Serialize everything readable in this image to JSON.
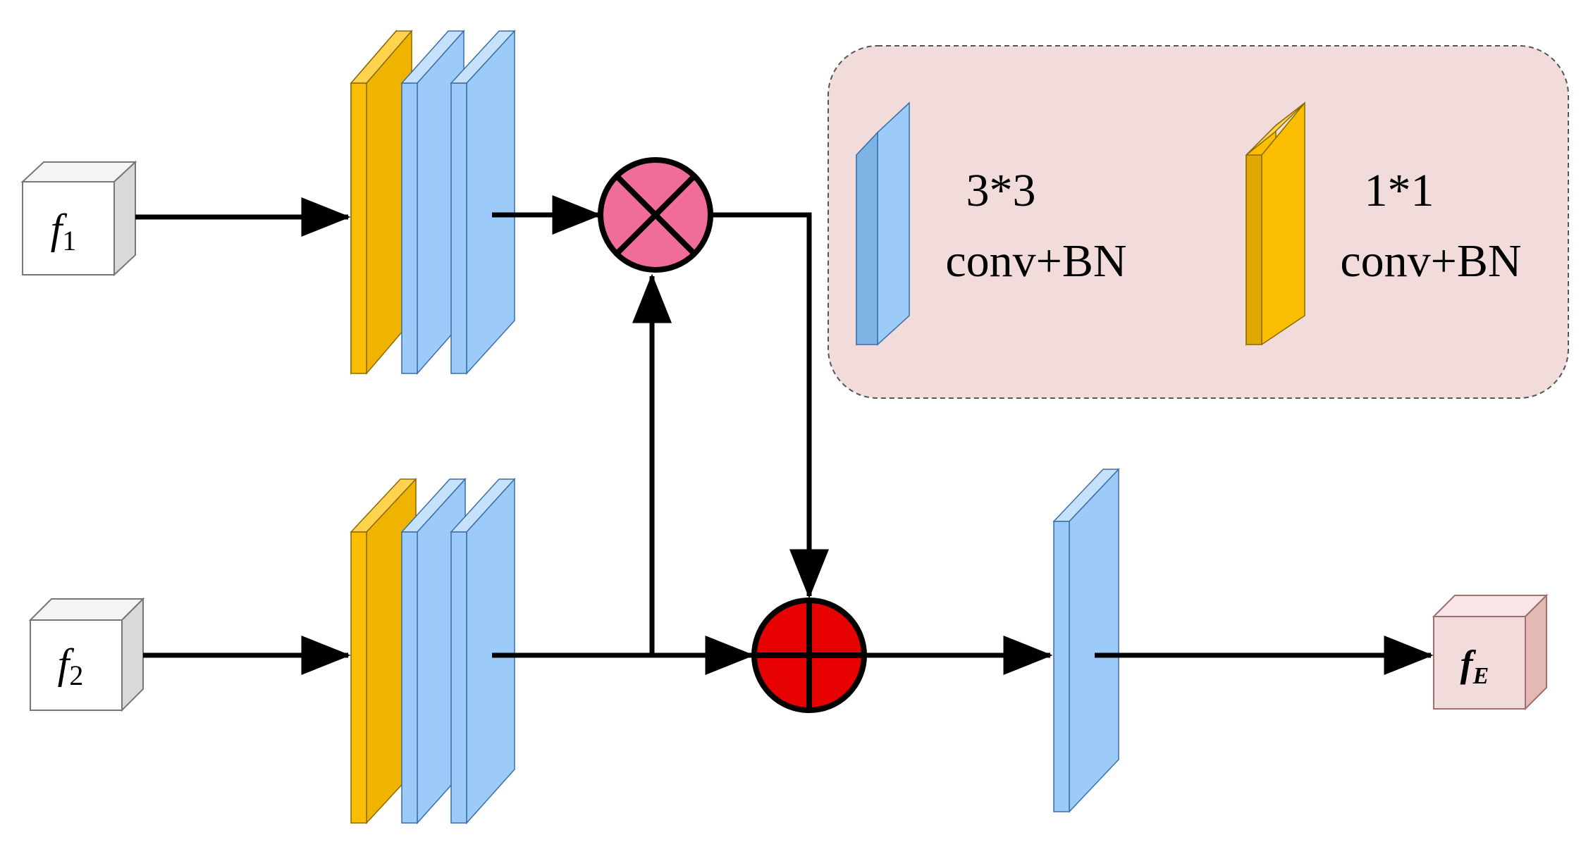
{
  "inputs": {
    "f1": {
      "base": "f",
      "sub": "1"
    },
    "f2": {
      "base": "f",
      "sub": "2"
    }
  },
  "output": {
    "base": "f",
    "sub": "E"
  },
  "legend": {
    "conv3": {
      "line1": "3*3",
      "line2": "conv+BN"
    },
    "conv1": {
      "line1": "1*1",
      "line2": "conv+BN"
    }
  },
  "colors": {
    "conv3x3": "#9ccbfa",
    "conv1x1": "#fbbd00",
    "multiply_node": "#f06c9b",
    "add_node": "#e60000",
    "legend_bg": "#f2dcdb",
    "output_cube": "#f2dcdb",
    "input_cube": "#ffffff"
  },
  "icons": {
    "multiply": "circled-times-icon",
    "add": "circled-plus-icon"
  }
}
